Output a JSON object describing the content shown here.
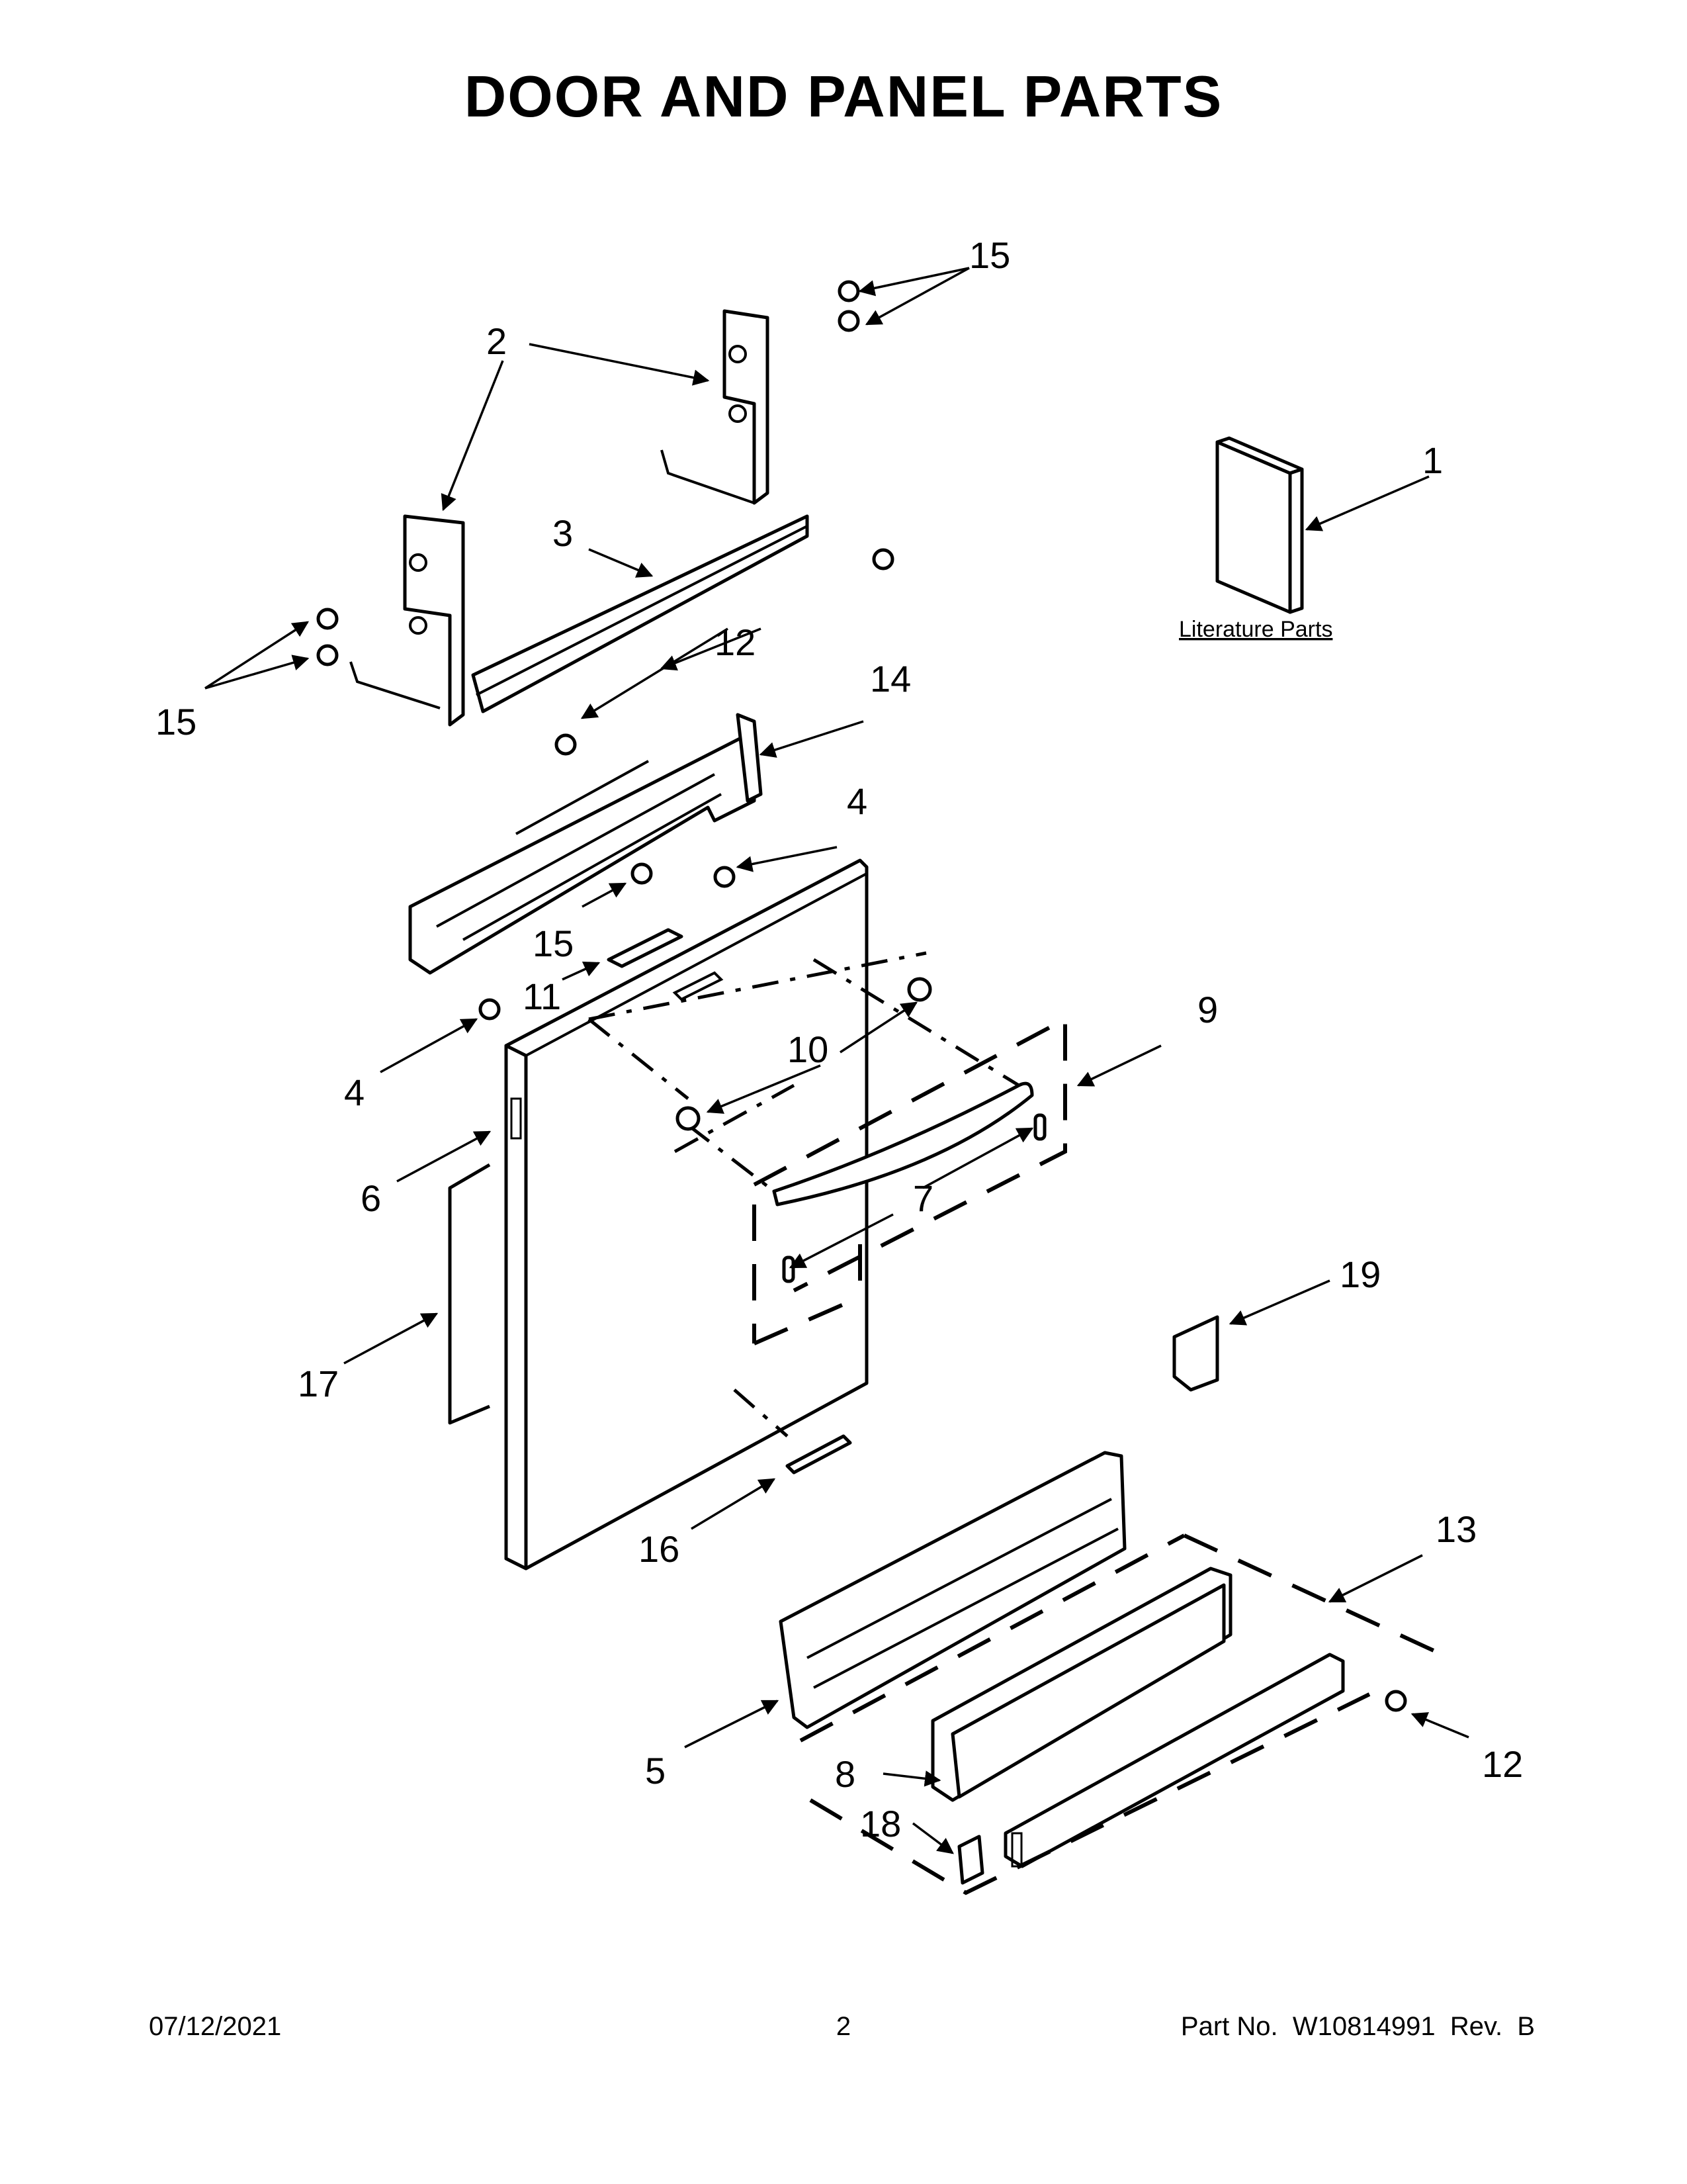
{
  "title": "DOOR AND PANEL PARTS",
  "literature_label": "Literature Parts",
  "callouts": [
    {
      "id": "c1",
      "label": "1"
    },
    {
      "id": "c2",
      "label": "2"
    },
    {
      "id": "c3",
      "label": "3"
    },
    {
      "id": "c4a",
      "label": "4"
    },
    {
      "id": "c4b",
      "label": "4"
    },
    {
      "id": "c5",
      "label": "5"
    },
    {
      "id": "c6",
      "label": "6"
    },
    {
      "id": "c7",
      "label": "7"
    },
    {
      "id": "c8",
      "label": "8"
    },
    {
      "id": "c9",
      "label": "9"
    },
    {
      "id": "c10",
      "label": "10"
    },
    {
      "id": "c11",
      "label": "11"
    },
    {
      "id": "c12a",
      "label": "12"
    },
    {
      "id": "c12b",
      "label": "12"
    },
    {
      "id": "c13",
      "label": "13"
    },
    {
      "id": "c14",
      "label": "14"
    },
    {
      "id": "c15a",
      "label": "15"
    },
    {
      "id": "c15b",
      "label": "15"
    },
    {
      "id": "c15c",
      "label": "15"
    },
    {
      "id": "c16",
      "label": "16"
    },
    {
      "id": "c17",
      "label": "17"
    },
    {
      "id": "c18",
      "label": "18"
    },
    {
      "id": "c19",
      "label": "19"
    }
  ],
  "footer": {
    "date": "07/12/2021",
    "page": "2",
    "part_number": "Part No.  W10814991  Rev.  B"
  }
}
